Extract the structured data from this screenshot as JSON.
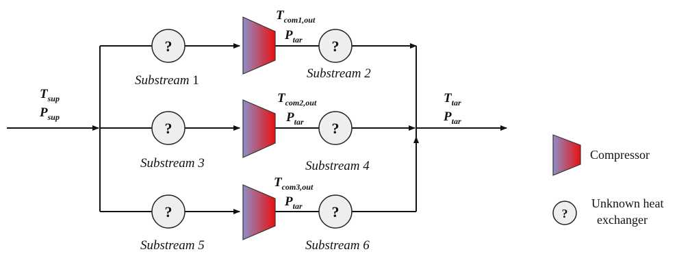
{
  "inlet": {
    "t_main": "T",
    "t_sub": "sup",
    "p_main": "P",
    "p_sub": "sup"
  },
  "outlet": {
    "t_main": "T",
    "t_sub": "tar",
    "p_main": "P",
    "p_sub": "tar"
  },
  "branches": [
    {
      "pre_label": "Substream",
      "pre_num": "1",
      "comp_t_main": "T",
      "comp_t_sub": "com1,out",
      "comp_p_main": "P",
      "comp_p_sub": "tar",
      "post_label": "Substream 2"
    },
    {
      "pre_label": "Substream 3",
      "pre_num": "",
      "comp_t_main": "T",
      "comp_t_sub": "com2,out",
      "comp_p_main": "P",
      "comp_p_sub": "tar",
      "post_label": "Substream 4"
    },
    {
      "pre_label": "Substream 5",
      "pre_num": "",
      "comp_t_main": "T",
      "comp_t_sub": "com3,out",
      "comp_p_main": "P",
      "comp_p_sub": "tar",
      "post_label": "Substream 6"
    }
  ],
  "hx_symbol": "?",
  "legend": {
    "compressor_label": "Compressor",
    "hx_symbol": "?",
    "hx_line1": "Unknown heat",
    "hx_line2": "exchanger"
  },
  "colors": {
    "compressor_left": "#8e8fc8",
    "compressor_right": "#e81010",
    "hx_fill": "#eeeeee"
  }
}
